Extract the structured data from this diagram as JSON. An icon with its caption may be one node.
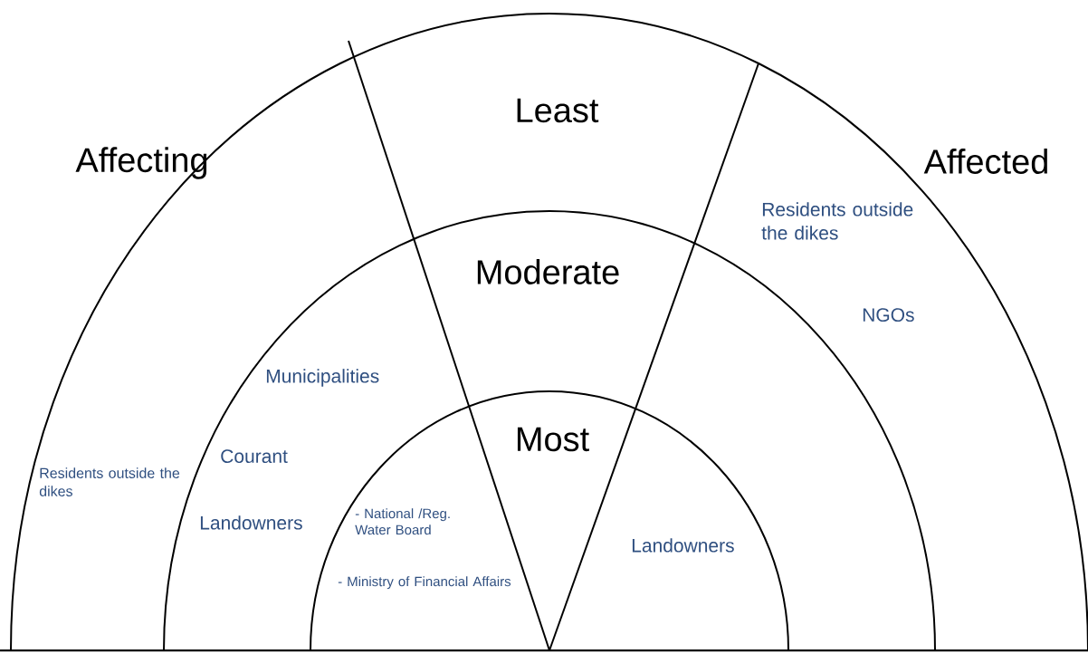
{
  "diagram": {
    "labels": [
      "Least",
      "Affecting",
      "Affected",
      "Residents outside the dikes",
      "Moderate",
      "NGOs",
      "Municipalities",
      "Most",
      "Courant",
      "Residents outside the dikes",
      "Landowners",
      "- National /Reg. Water Board",
      "- Ministry of Financial Affairs",
      "Landowners"
    ]
  }
}
